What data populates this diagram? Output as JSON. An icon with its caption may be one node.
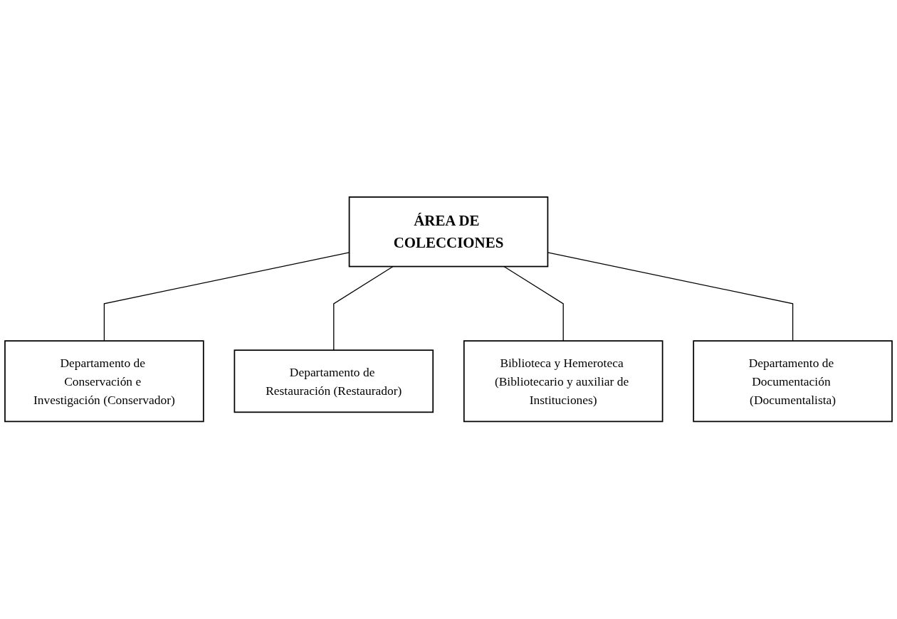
{
  "diagram": {
    "nodes": [
      {
        "text": [
          "ÁREA DE COLECCIONES"
        ]
      },
      {
        "text": [
          "Departamento de Conservación e Investigación (Conservador)"
        ]
      },
      {
        "text": [
          "Departamento de Restauración (Restaurador)"
        ]
      },
      {
        "text": [
          "Biblioteca y Hemeroteca (Bibliotecario y auxiliar de Instituciones)"
        ]
      },
      {
        "text": [
          "Departamento de Documentación (Documentalista)"
        ]
      }
    ],
    "edges": [
      {
        "from": 0,
        "to": 1,
        "arrow": "none"
      },
      {
        "from": 0,
        "to": 2,
        "arrow": "none"
      },
      {
        "from": 0,
        "to": 3,
        "arrow": "none"
      },
      {
        "from": 0,
        "to": 4,
        "arrow": "none"
      }
    ]
  }
}
